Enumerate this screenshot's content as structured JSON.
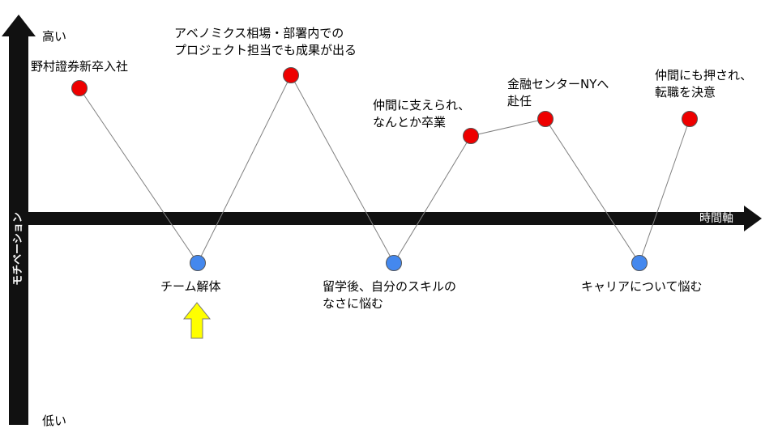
{
  "axes": {
    "y_label": "モチベーション",
    "y_high": "高い",
    "y_low": "低い",
    "x_label": "時間軸"
  },
  "events": [
    {
      "id": "e1",
      "level": "high",
      "label_lines": [
        "野村證券新卒入社"
      ]
    },
    {
      "id": "e2",
      "level": "low",
      "label_lines": [
        "チーム解体"
      ]
    },
    {
      "id": "e3",
      "level": "high",
      "label_lines": [
        "アベノミクス相場・部署内での",
        "プロジェクト担当でも成果が出る"
      ]
    },
    {
      "id": "e4",
      "level": "low",
      "label_lines": [
        "留学後、自分のスキルの",
        "なさに悩む"
      ]
    },
    {
      "id": "e5",
      "level": "high",
      "label_lines": [
        "仲間に支えられ、",
        "なんとか卒業"
      ]
    },
    {
      "id": "e6",
      "level": "high",
      "label_lines": [
        "金融センターNYへ",
        "赴任"
      ]
    },
    {
      "id": "e7",
      "level": "low",
      "label_lines": [
        "キャリアについて悩む"
      ]
    },
    {
      "id": "e8",
      "level": "high",
      "label_lines": [
        "仲間にも押され、",
        "転職を決意"
      ]
    }
  ],
  "colors": {
    "high_point": "#ee0000",
    "low_point": "#4488ee",
    "line": "#808080",
    "axis": "#111111",
    "highlight_arrow": "#ffff00"
  },
  "highlight_arrow": {
    "target": "e2",
    "icon": "up-arrow-icon"
  }
}
